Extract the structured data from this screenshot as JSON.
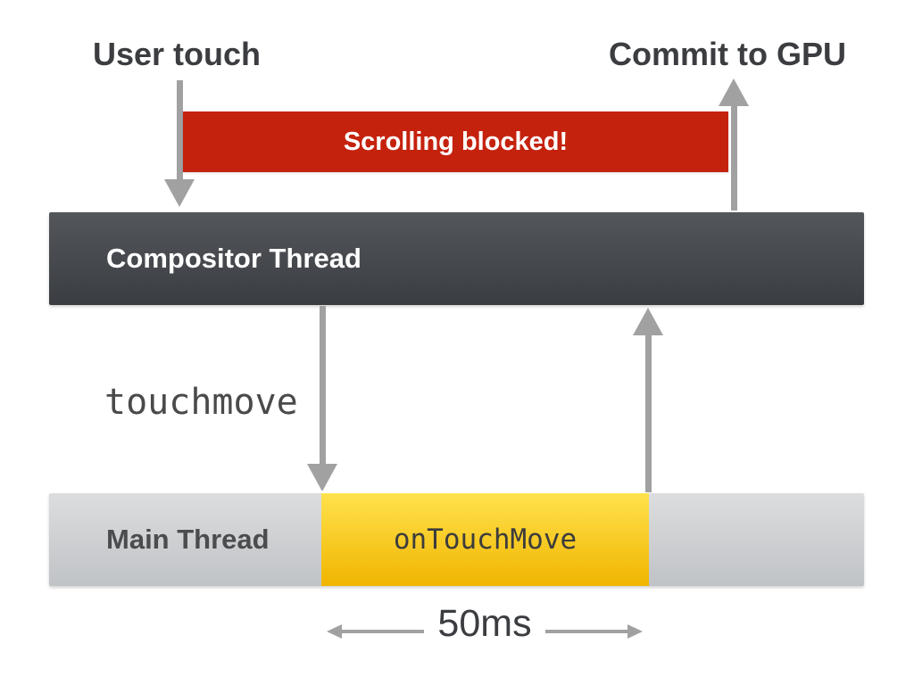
{
  "labels": {
    "user_touch": "User touch",
    "commit_gpu": "Commit to GPU",
    "scrolling_blocked": "Scrolling blocked!",
    "compositor_thread": "Compositor Thread",
    "touchmove_event": "touchmove",
    "main_thread": "Main Thread",
    "on_touch_move": "onTouchMove",
    "duration": "50ms"
  },
  "colors": {
    "blocked_banner": "#c5220e",
    "compositor_top": "#53565b",
    "compositor_bottom": "#3a3d41",
    "main_top": "#dcdddf",
    "main_bottom": "#c0c3c6",
    "busy_top": "#ffe24d",
    "busy_bottom": "#f0b500",
    "arrow": "#a1a1a1",
    "text_dark": "#3b3d40",
    "text_white": "#ffffff",
    "mono_text": "#4a4a4a"
  },
  "diagram": {
    "type": "timing-flow-diagram",
    "description_elements": [
      "User touch event flows down into the Compositor Thread",
      "Scrolling blocked banner spans from user touch until commit to GPU",
      "Compositor sends touchmove to Main Thread",
      "Main Thread runs onTouchMove handler for 50ms",
      "Result returns to Compositor Thread which commits to GPU"
    ]
  }
}
